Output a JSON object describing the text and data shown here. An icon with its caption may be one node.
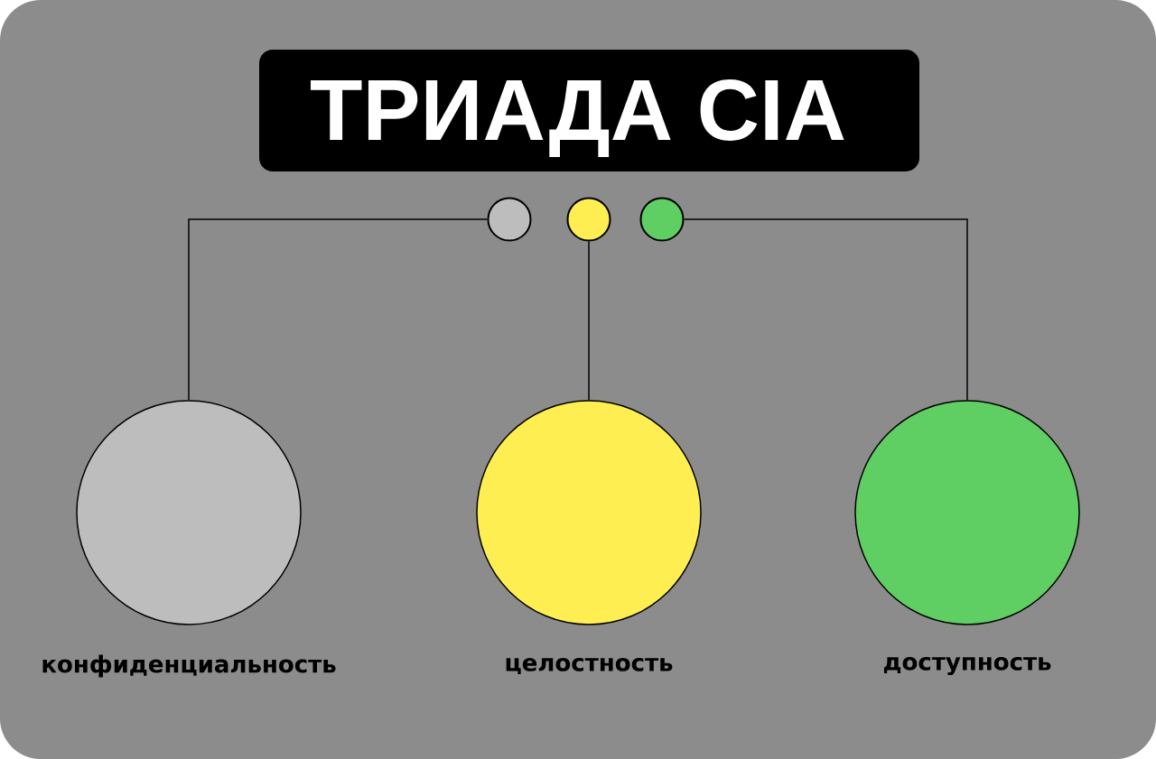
{
  "diagram": {
    "title": "ТРИАДА CIA",
    "nodes": [
      {
        "text": [],
        "shape": "circle"
      },
      {
        "text": [],
        "shape": "circle"
      },
      {
        "text": [],
        "shape": "circle"
      },
      {
        "text": [],
        "shape": "circle",
        "beside": [
          "конфиденциальность"
        ]
      },
      {
        "text": [],
        "shape": "circle",
        "beside": [
          "целостность"
        ]
      },
      {
        "text": [],
        "shape": "circle",
        "beside": [
          "доступность"
        ]
      }
    ],
    "edges": [
      {
        "from": 0,
        "to": 3,
        "arrow": "none"
      },
      {
        "from": 1,
        "to": 4,
        "arrow": "none"
      },
      {
        "from": 2,
        "to": 5,
        "arrow": "none"
      }
    ]
  }
}
